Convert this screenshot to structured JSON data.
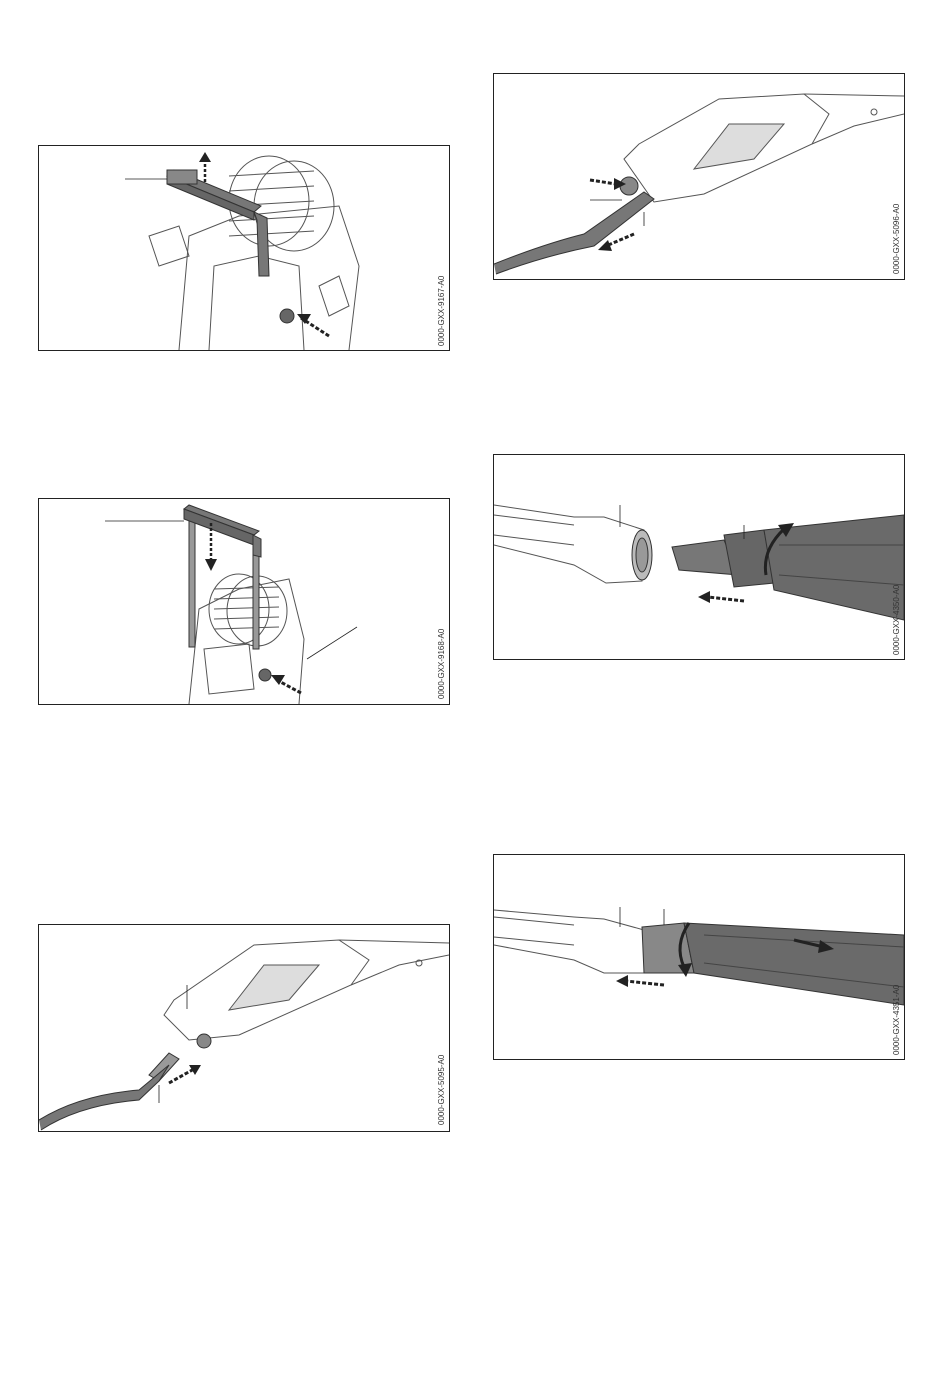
{
  "figures": [
    {
      "id": "fig-handle-up",
      "code": "0000-GXX-9167-A0"
    },
    {
      "id": "fig-handle-down",
      "code": "0000-GXX-9168-A0"
    },
    {
      "id": "fig-gun-connect",
      "code": "0000-GXX-5095-A0"
    },
    {
      "id": "fig-gun-release",
      "code": "0000-GXX-5096-A0"
    },
    {
      "id": "fig-lance-attach",
      "code": "0000-GXX-4350-A0"
    },
    {
      "id": "fig-lance-lock",
      "code": "0000-GXX-4351-A0"
    }
  ]
}
